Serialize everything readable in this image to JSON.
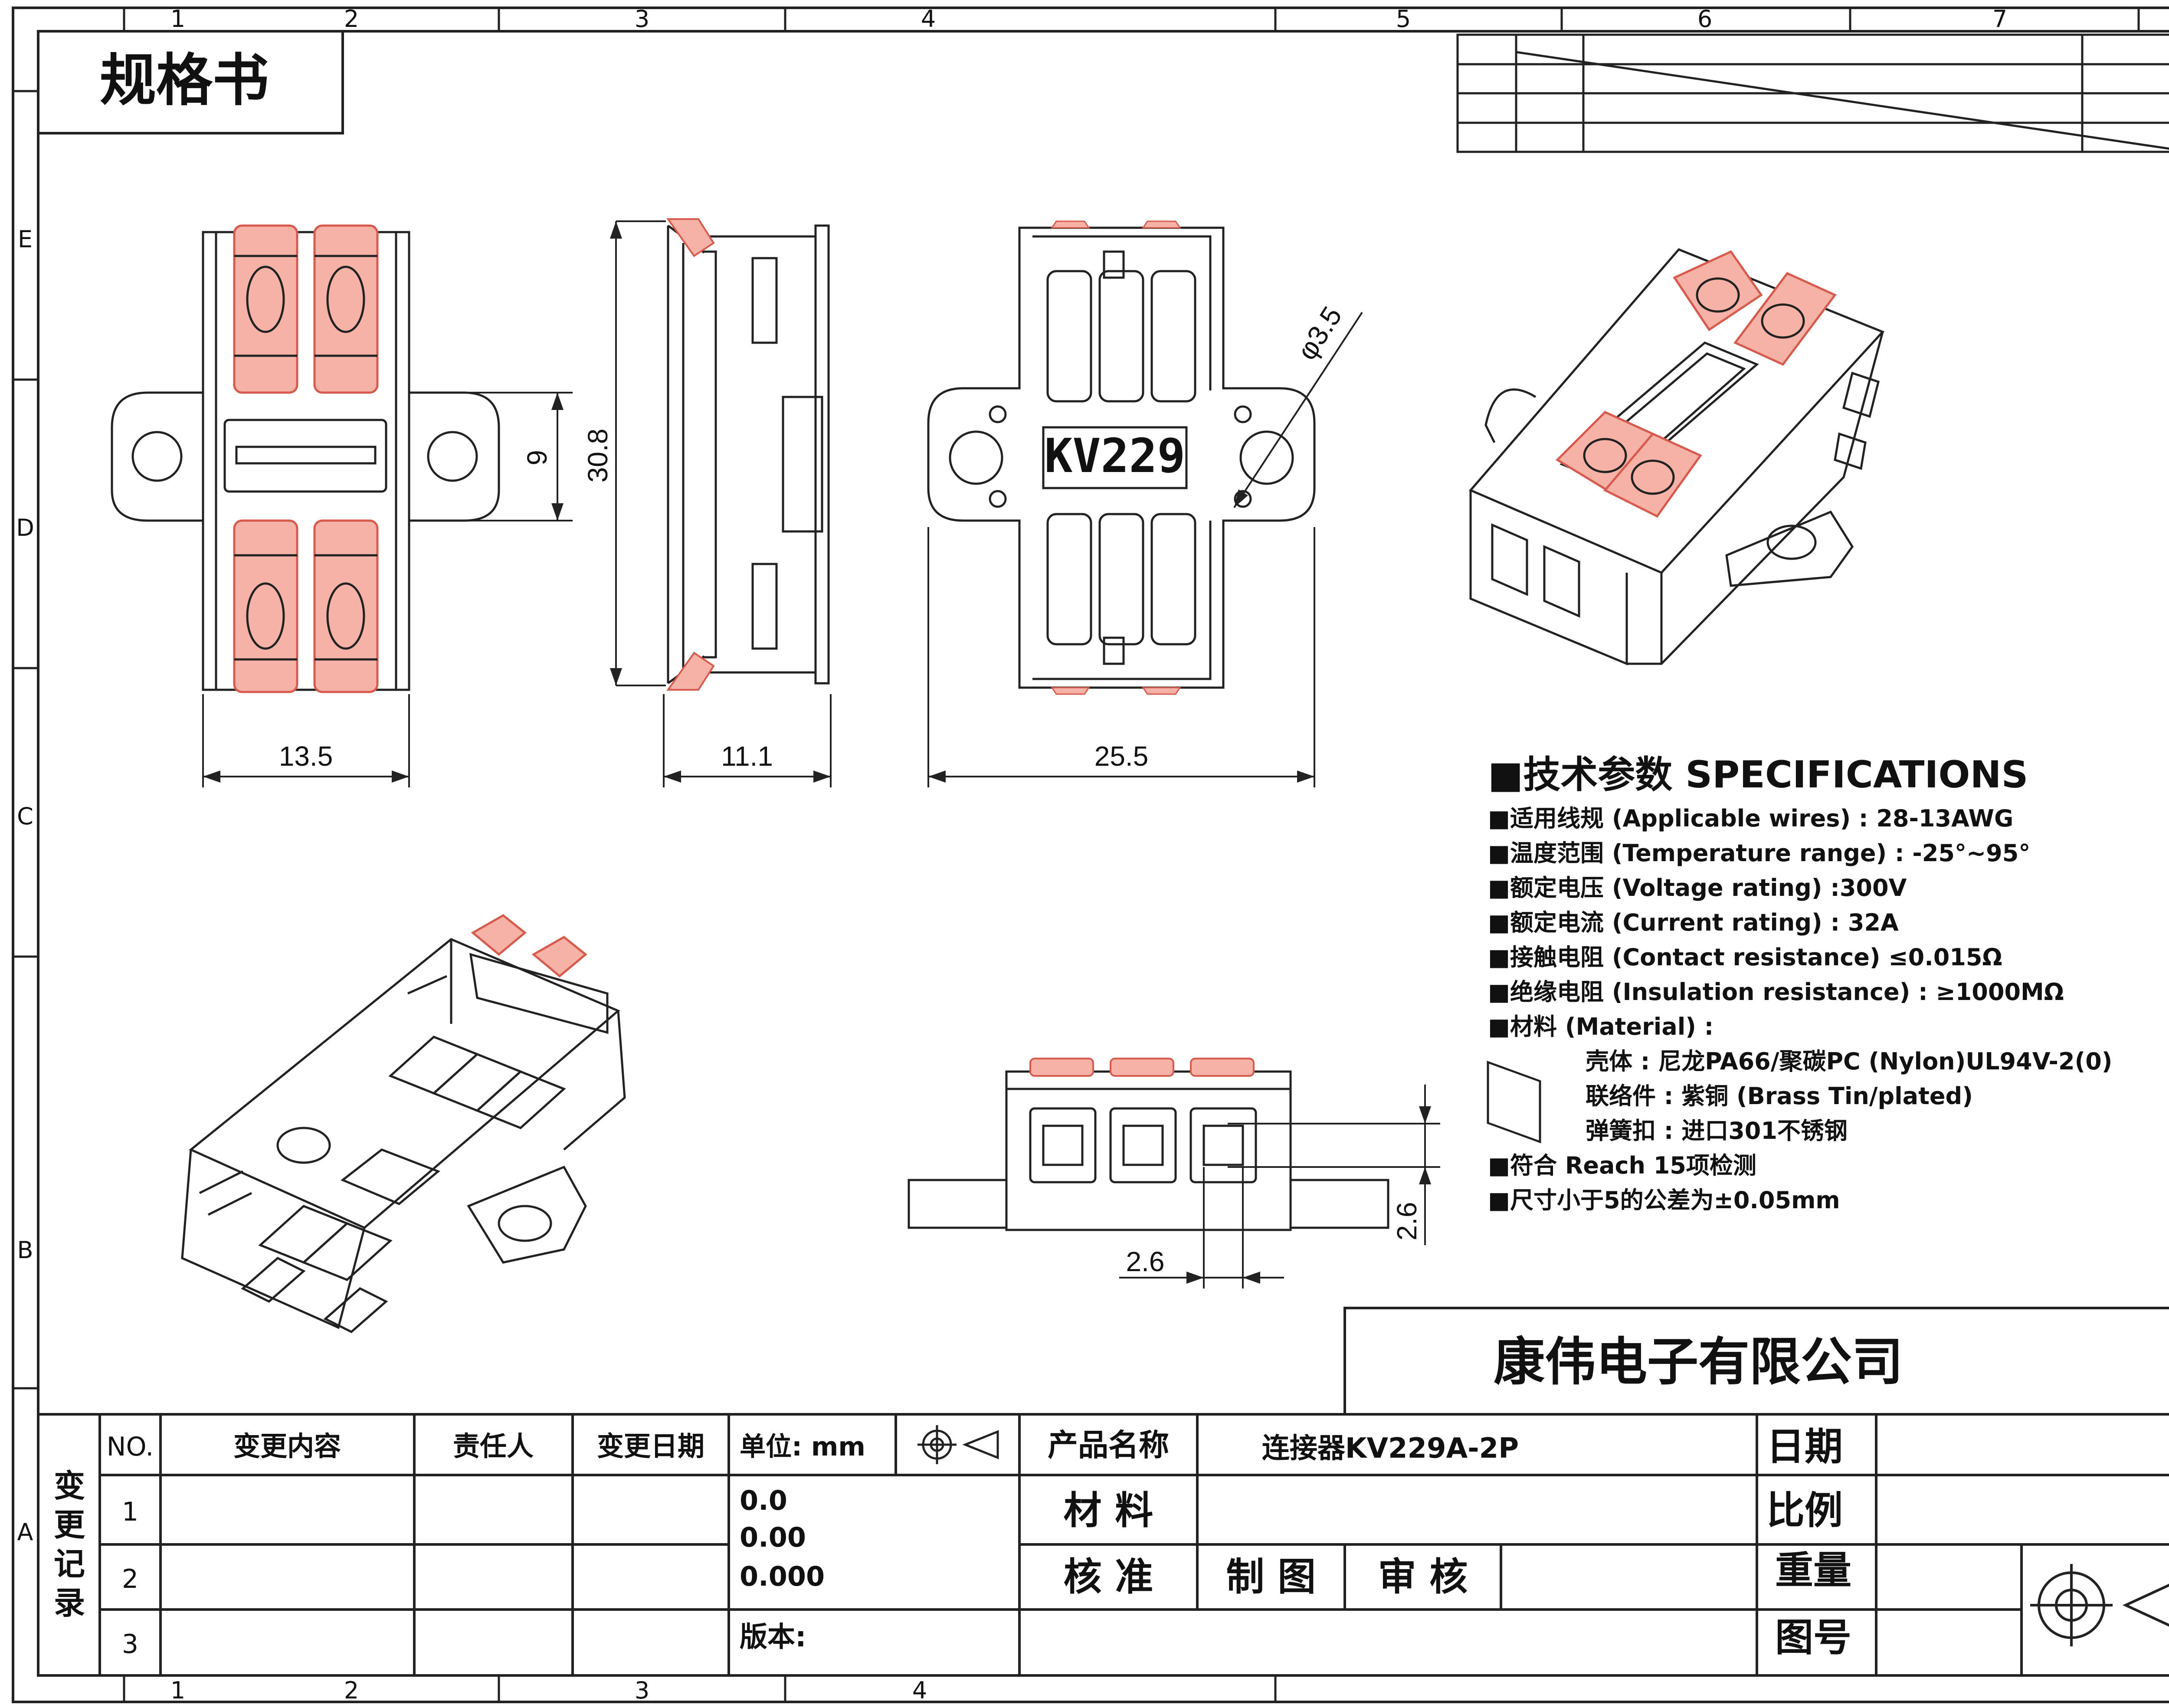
{
  "title_box": {
    "title": "规格书"
  },
  "border": {
    "top_numbers": [
      "1",
      "2",
      "3",
      "4",
      "5",
      "6",
      "7"
    ],
    "bottom_numbers": [
      "1",
      "2",
      "3",
      "4"
    ],
    "side_letters": [
      "E",
      "D",
      "C",
      "B",
      "A"
    ]
  },
  "views": {
    "front": {
      "width_dim": "13.5",
      "slot_dim": "9"
    },
    "side": {
      "height_dim": "30.8",
      "depth_dim": "11.1"
    },
    "back": {
      "marking": "KV229",
      "width_dim": "25.5",
      "hole_dim": "φ3.5"
    },
    "entry": {
      "hole_w_dim": "2.6",
      "hole_h_dim": "2.6"
    }
  },
  "specs": {
    "heading": "■技术参数  SPECIFICATIONS",
    "lines": [
      "■适用线规 (Applicable wires) : 28-13AWG",
      "■温度范围 (Temperature range) : -25°~95°",
      "■额定电压 (Voltage rating) :300V",
      "■额定电流 (Current rating) : 32A",
      "■接触电阻 (Contact resistance) ≤0.015Ω",
      "■绝缘电阻 (Insulation resistance) : ≥1000MΩ",
      "■材料 (Material) :"
    ],
    "material_lines": [
      "壳体 : 尼龙PA66/聚碳PC (Nylon)UL94V-2(0)",
      "联络件 : 紫铜 (Brass Tin/plated)",
      "弹簧扣 : 进口301不锈钢"
    ],
    "tail_lines": [
      "■符合 Reach 15项检测",
      "■尺寸小于5的公差为±0.05mm"
    ]
  },
  "company": "康伟电子有限公司",
  "title_block": {
    "change_record_label": "变更记录",
    "no_label": "NO.",
    "change_content_label": "变更内容",
    "responsible_label": "责任人",
    "change_date_label": "变更日期",
    "rows": [
      "1",
      "2",
      "3"
    ],
    "unit_label": "单位: mm",
    "tolerances": [
      "0.0",
      "0.00",
      "0.000"
    ],
    "version_label": "版本:",
    "product_name_label": "产品名称",
    "product_name": "连接器KV229A-2P",
    "material_label": "材 料",
    "approve_label": "核 准",
    "draw_label": "制 图",
    "review_label": "审 核",
    "date_label": "日期",
    "scale_label": "比例",
    "weight_label": "重量",
    "drawing_no_label": "图号"
  },
  "colors": {
    "line": "#222222",
    "accent": "#f08f84",
    "accent_dark": "#d65a4e",
    "paper": "#ffffff"
  }
}
